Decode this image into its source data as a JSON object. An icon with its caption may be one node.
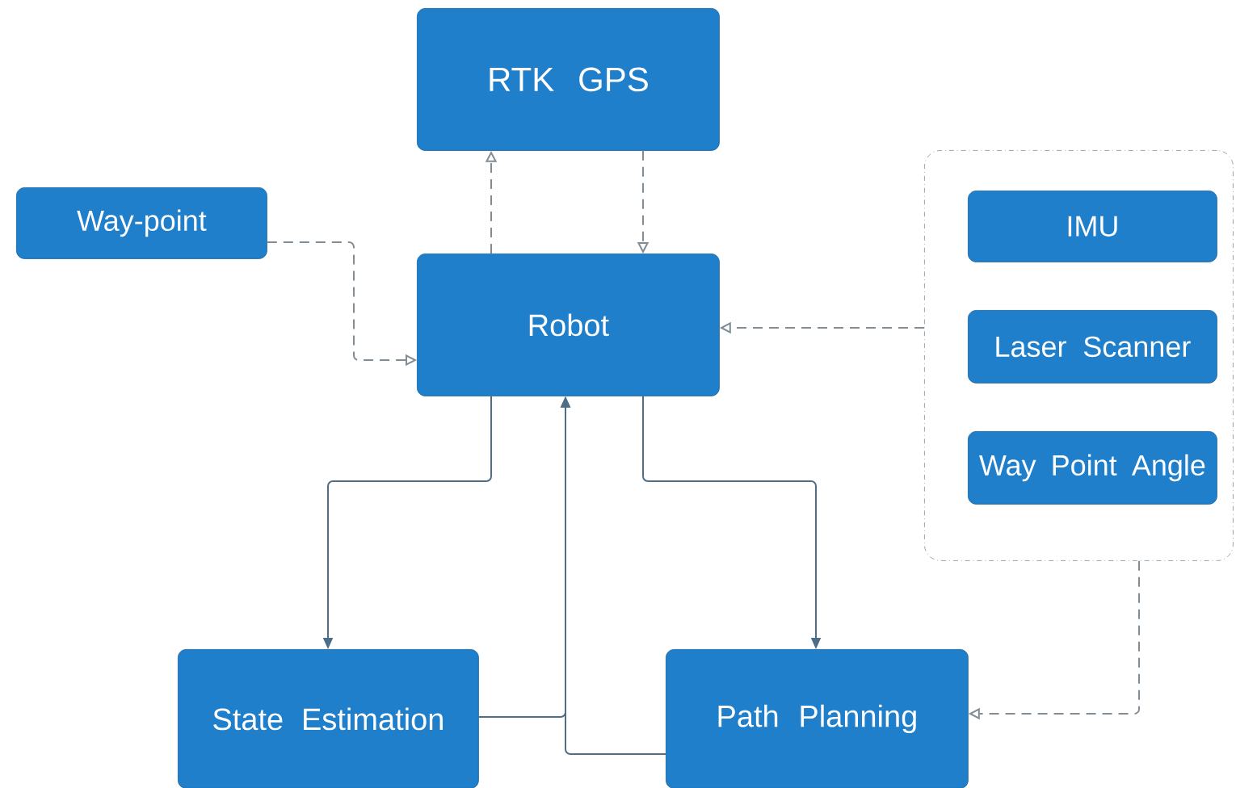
{
  "diagram": {
    "nodes": [
      {
        "text": [
          "RTK GPS"
        ]
      },
      {
        "text": [
          "Way-point"
        ]
      },
      {
        "text": [
          "Robot"
        ]
      },
      {
        "text": [],
        "shape": "box"
      },
      {
        "text": [
          "IMU"
        ],
        "in": 3
      },
      {
        "text": [
          "Laser Scanner"
        ],
        "in": 3
      },
      {
        "text": [
          "Way Point Angle"
        ],
        "in": 3
      },
      {
        "text": [
          "State Estimation"
        ]
      },
      {
        "text": [
          "Path Planning"
        ]
      }
    ],
    "edges": [
      {
        "from": 2,
        "to": 0,
        "arrow": "to",
        "style": "dashed"
      },
      {
        "from": 0,
        "to": 2,
        "arrow": "to",
        "style": "dashed"
      },
      {
        "from": 1,
        "to": 2,
        "arrow": "to",
        "style": "dashed"
      },
      {
        "from": 3,
        "to": 2,
        "arrow": "to",
        "style": "dashed"
      },
      {
        "from": 2,
        "to": 7,
        "arrow": "to"
      },
      {
        "from": 2,
        "to": 8,
        "arrow": "to"
      },
      {
        "from": 7,
        "to": 2,
        "arrow": "to"
      },
      {
        "from": 8,
        "to": 2,
        "arrow": "to"
      },
      {
        "from": 3,
        "to": 8,
        "arrow": "to",
        "style": "dashed"
      }
    ]
  }
}
